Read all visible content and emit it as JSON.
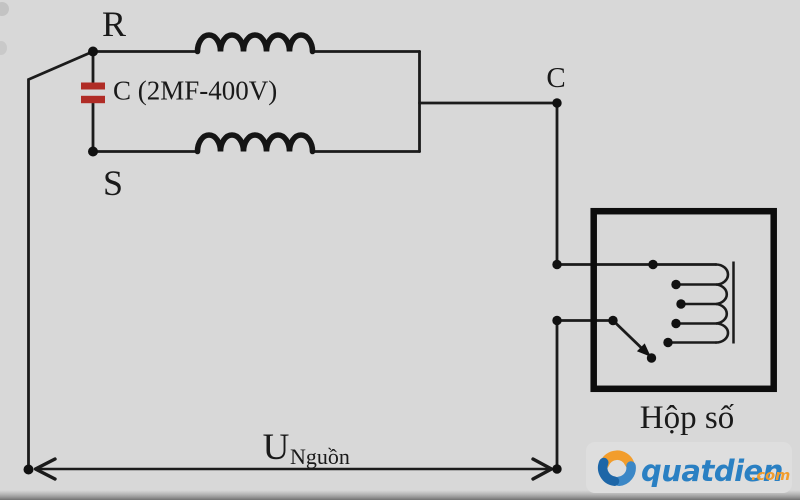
{
  "diagram": {
    "terminal_r": "R",
    "terminal_s": "S",
    "capacitor_label": "C (2MF-400V)",
    "terminal_c": "C",
    "source_label_main": "U",
    "source_label_sub": "Nguồn",
    "box_label": "Hộp số"
  },
  "watermark": {
    "brand": "quatdien",
    "suffix": ".com"
  },
  "colors": {
    "background": "#d8d8d8",
    "line": "#1b1b1b",
    "capacitor_red": "#b02c26",
    "brand_blue": "#2a80c3",
    "brand_orange": "#f29d2c",
    "brand_blue_dark": "#1d66a7",
    "brand_blue_mid": "#3b87c6"
  }
}
